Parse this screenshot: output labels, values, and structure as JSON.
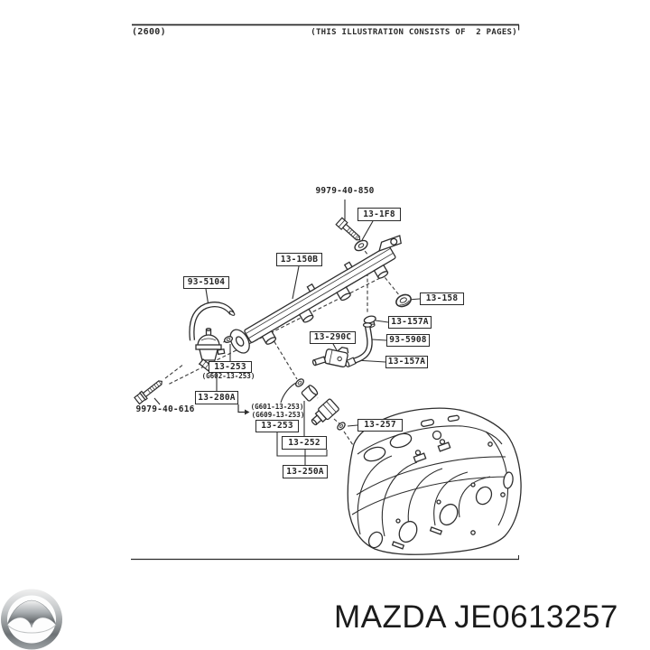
{
  "header": {
    "left_code": "(2600)",
    "right_note": "(THIS ILLUSTRATION CONSISTS OF  2 PAGES)"
  },
  "diagram": {
    "labels": {
      "p9979_40_850": "9979-40-850",
      "p13_1f8": "13-1F8",
      "p13_150b": "13-150B",
      "p93_5104": "93-5104",
      "p13_158": "13-158",
      "p13_157a_upper": "13-157A",
      "p13_290c": "13-290C",
      "p93_5908": "93-5908",
      "p13_157a_lower": "13-157A",
      "p13_253_regulator": "13-253",
      "g602_ref": "(G602-13-253)",
      "p13_280a": "13-280A",
      "p9979_40_616": "9979-40-616",
      "g601_ref": "(G601-13-253)",
      "g609_ref": "(G609-13-253)",
      "p13_253_injector": "13-253",
      "p13_252": "13-252",
      "p13_250a": "13-250A",
      "p13_257": "13-257"
    }
  },
  "footer": {
    "text": "MAZDA JE0613257"
  },
  "icons": {
    "brand_logo": "mazda-logo"
  },
  "colors": {
    "line": "#2e2e2e",
    "text": "#222222",
    "background": "#ffffff"
  }
}
